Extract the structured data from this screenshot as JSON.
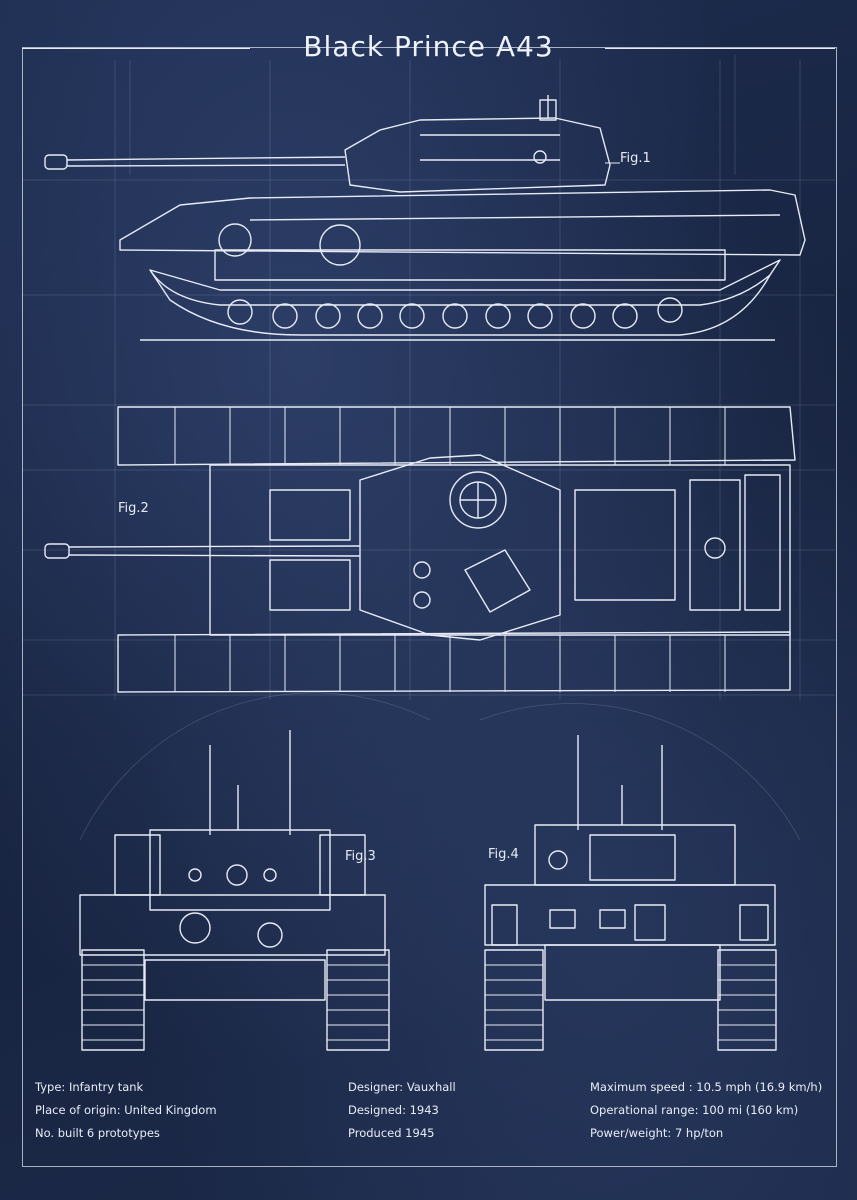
{
  "title": "Black Prince A43",
  "figures": {
    "fig1": "Fig.1",
    "fig2": "Fig.2",
    "fig3": "Fig.3",
    "fig4": "Fig.4"
  },
  "specs": {
    "col1": [
      "Type:  Infantry tank",
      "Place of origin: United Kingdom",
      "No. built  6 prototypes"
    ],
    "col2": [
      "Designer:     Vauxhall",
      "Designed:  1943",
      "Produced 1945"
    ],
    "col3": [
      "Maximum speed  : 10.5 mph (16.9 km/h)",
      "Operational range:  100 mi (160 km)",
      "Power/weight: 7 hp/ton"
    ]
  },
  "colors": {
    "background": "#1a2744",
    "ink": "#e8edf6"
  }
}
